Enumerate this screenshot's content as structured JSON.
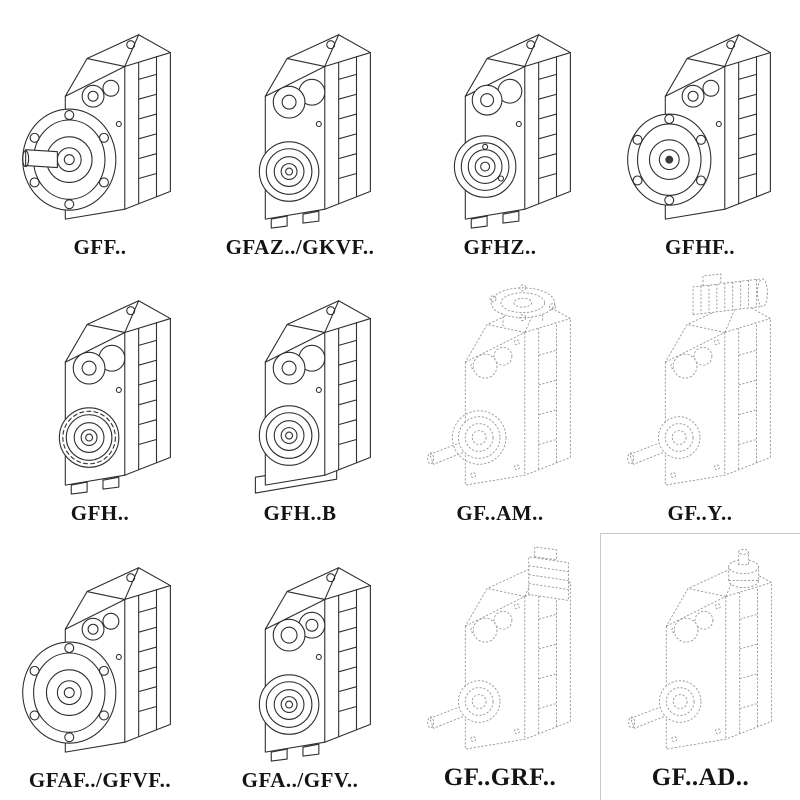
{
  "page": {
    "background": "#ffffff",
    "ink_color": "#2e2e2e",
    "ghost_color": "#8f979d"
  },
  "cells": [
    {
      "label": "GFF..",
      "drawing": "gff-drawing"
    },
    {
      "label": "GFAZ../GKVF..",
      "drawing": "gfaz-gkvf-drawing"
    },
    {
      "label": "GFHZ..",
      "drawing": "gfhz-drawing"
    },
    {
      "label": "GFHF..",
      "drawing": "gfhf-drawing"
    },
    {
      "label": "GFH..",
      "drawing": "gfh-drawing"
    },
    {
      "label": "GFH..B",
      "drawing": "gfh-b-drawing"
    },
    {
      "label": "GF..AM..",
      "drawing": "gf-am-drawing"
    },
    {
      "label": "GF..Y..",
      "drawing": "gf-y-drawing"
    },
    {
      "label": "GFAF../GFVF..",
      "drawing": "gfaf-gfvf-drawing"
    },
    {
      "label": "GFA../GFV..",
      "drawing": "gfa-gfv-drawing"
    },
    {
      "label": "GF..GRF..",
      "drawing": "gf-grf-drawing"
    },
    {
      "label": "GF..AD..",
      "drawing": "gf-ad-drawing"
    }
  ]
}
